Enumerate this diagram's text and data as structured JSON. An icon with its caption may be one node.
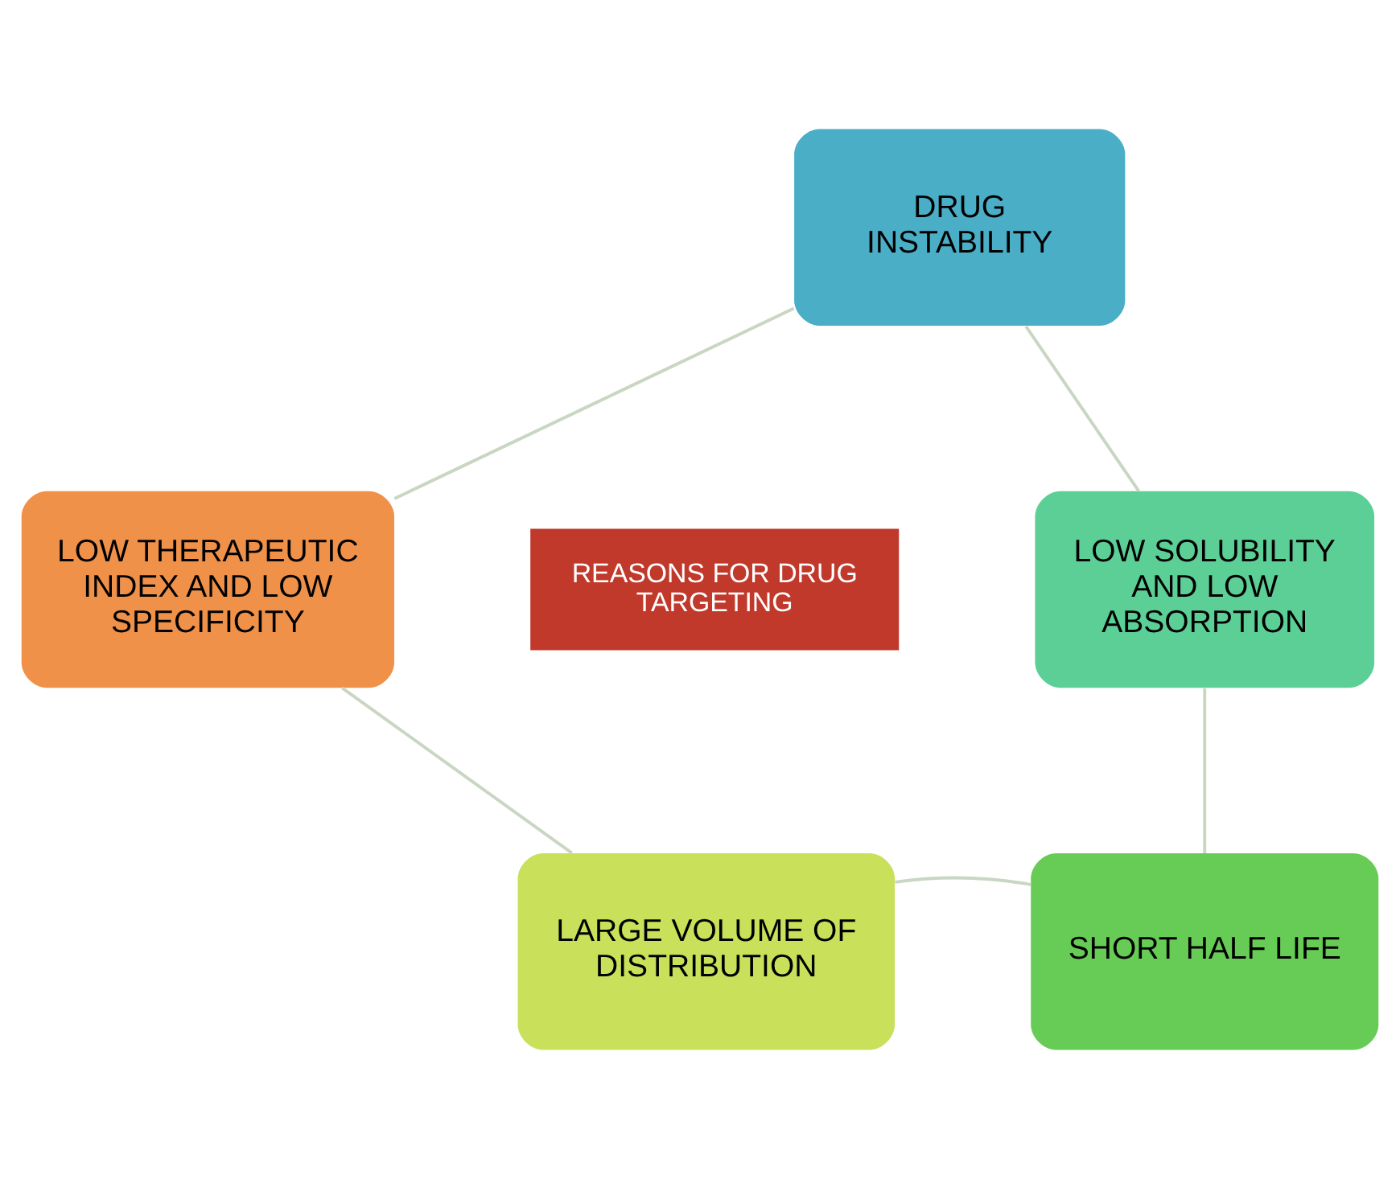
{
  "diagram": {
    "nodes": [
      {
        "text": [
          "DRUG INSTABILITY"
        ]
      },
      {
        "text": [
          "LOW SOLUBILITY AND LOW ABSORPTION"
        ]
      },
      {
        "text": [
          "SHORT HALF LIFE"
        ]
      },
      {
        "text": [
          "LARGE VOLUME OF DISTRIBUTION"
        ]
      },
      {
        "text": [
          "LOW THERAPEUTIC INDEX AND LOW SPECIFICITY"
        ]
      },
      {
        "text": [
          "REASONS FOR DRUG TARGETING"
        ]
      }
    ],
    "edges": [
      {
        "from": 0,
        "to": 1,
        "arrow": "none"
      },
      {
        "from": 1,
        "to": 2,
        "arrow": "none"
      },
      {
        "from": 2,
        "to": 3,
        "arrow": "none"
      },
      {
        "from": 3,
        "to": 4,
        "arrow": "none"
      },
      {
        "from": 4,
        "to": 0,
        "arrow": "none"
      }
    ]
  }
}
